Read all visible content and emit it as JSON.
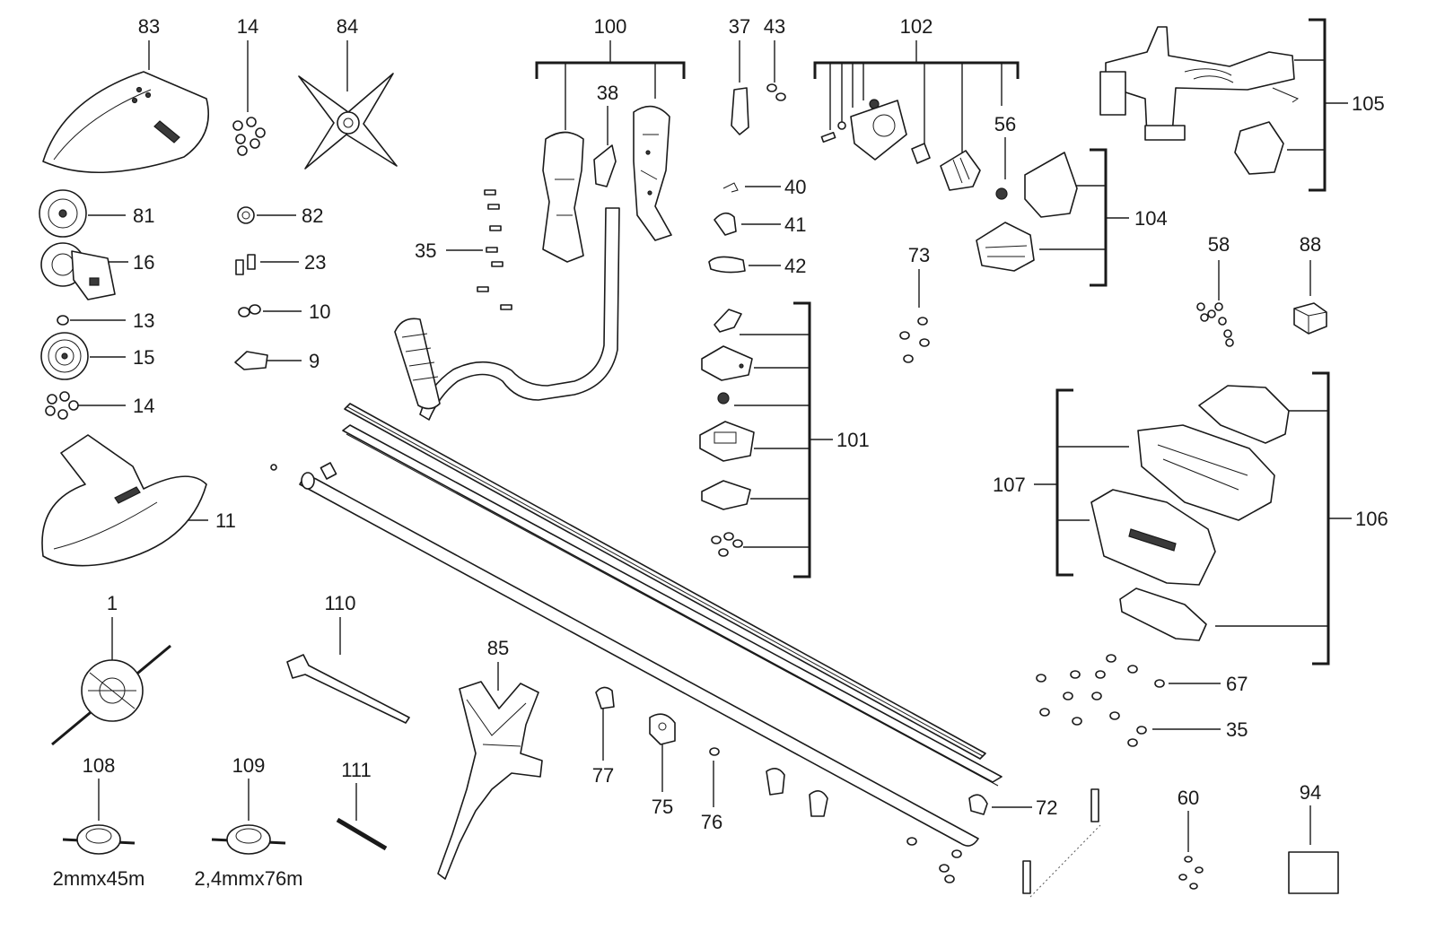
{
  "callouts": {
    "c83": "83",
    "c14a": "14",
    "c84": "84",
    "c100": "100",
    "c37": "37",
    "c43": "43",
    "c102": "102",
    "c105": "105",
    "c38": "38",
    "c56": "56",
    "c40": "40",
    "c41": "41",
    "c42": "42",
    "c35a": "35",
    "c81": "81",
    "c82": "82",
    "c16": "16",
    "c23": "23",
    "c13": "13",
    "c10": "10",
    "c15": "15",
    "c9": "9",
    "c14b": "14",
    "c11": "11",
    "c104": "104",
    "c73": "73",
    "c58": "58",
    "c88": "88",
    "c101": "101",
    "c107": "107",
    "c106": "106",
    "c1": "1",
    "c110": "110",
    "c85": "85",
    "c67": "67",
    "c35b": "35",
    "c77": "77",
    "c75": "75",
    "c76": "76",
    "c72": "72",
    "c108": "108",
    "c109": "109",
    "c111": "111",
    "c60": "60",
    "c94": "94"
  },
  "spool_specs": {
    "s108": "2mmx45m",
    "s109": "2,4mmx76m"
  },
  "colors": {
    "line": "#1a1a1a",
    "part_fill": "#ffffff",
    "shade": "#d6d6d6"
  }
}
